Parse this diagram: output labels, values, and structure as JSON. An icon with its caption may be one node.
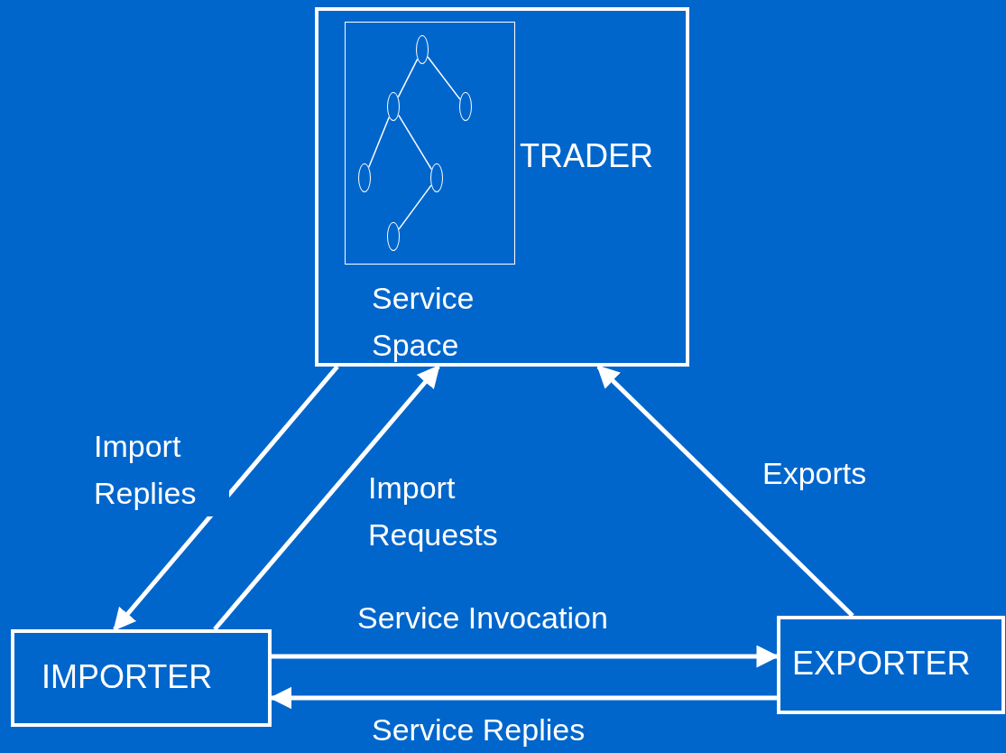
{
  "diagram": {
    "nodes": [
      {
        "text": [
          "TRADER"
        ]
      },
      {
        "text": [
          "Service Space"
        ],
        "in": 0
      },
      {
        "text": [],
        "shape": "ellipse",
        "in": 1
      },
      {
        "text": [],
        "shape": "ellipse",
        "in": 1
      },
      {
        "text": [],
        "shape": "ellipse",
        "in": 1
      },
      {
        "text": [],
        "shape": "ellipse",
        "in": 1
      },
      {
        "text": [],
        "shape": "ellipse",
        "in": 1
      },
      {
        "text": [],
        "shape": "ellipse",
        "in": 1
      },
      {
        "text": [
          "IMPORTER"
        ]
      },
      {
        "text": [
          "EXPORTER"
        ]
      }
    ],
    "edges": [
      {
        "from": 2,
        "to": 3,
        "arrow": "none"
      },
      {
        "from": 2,
        "to": 4,
        "arrow": "none"
      },
      {
        "from": 3,
        "to": 5,
        "arrow": "none"
      },
      {
        "from": 3,
        "to": 6,
        "arrow": "none"
      },
      {
        "from": 6,
        "to": 7,
        "arrow": "none"
      },
      {
        "from": 0,
        "to": 8,
        "arrow": "to",
        "label": "Import Replies",
        "style": "thick"
      },
      {
        "from": 8,
        "to": 0,
        "arrow": "to",
        "label": "Import Requests",
        "style": "thick"
      },
      {
        "from": 9,
        "to": 0,
        "arrow": "to",
        "label": "Exports",
        "style": "thick"
      },
      {
        "from": 8,
        "to": 9,
        "arrow": "to",
        "label": "Service Invocation",
        "style": "thick"
      },
      {
        "from": 9,
        "to": 8,
        "arrow": "to",
        "label": "Service Replies",
        "style": "thick"
      }
    ]
  }
}
